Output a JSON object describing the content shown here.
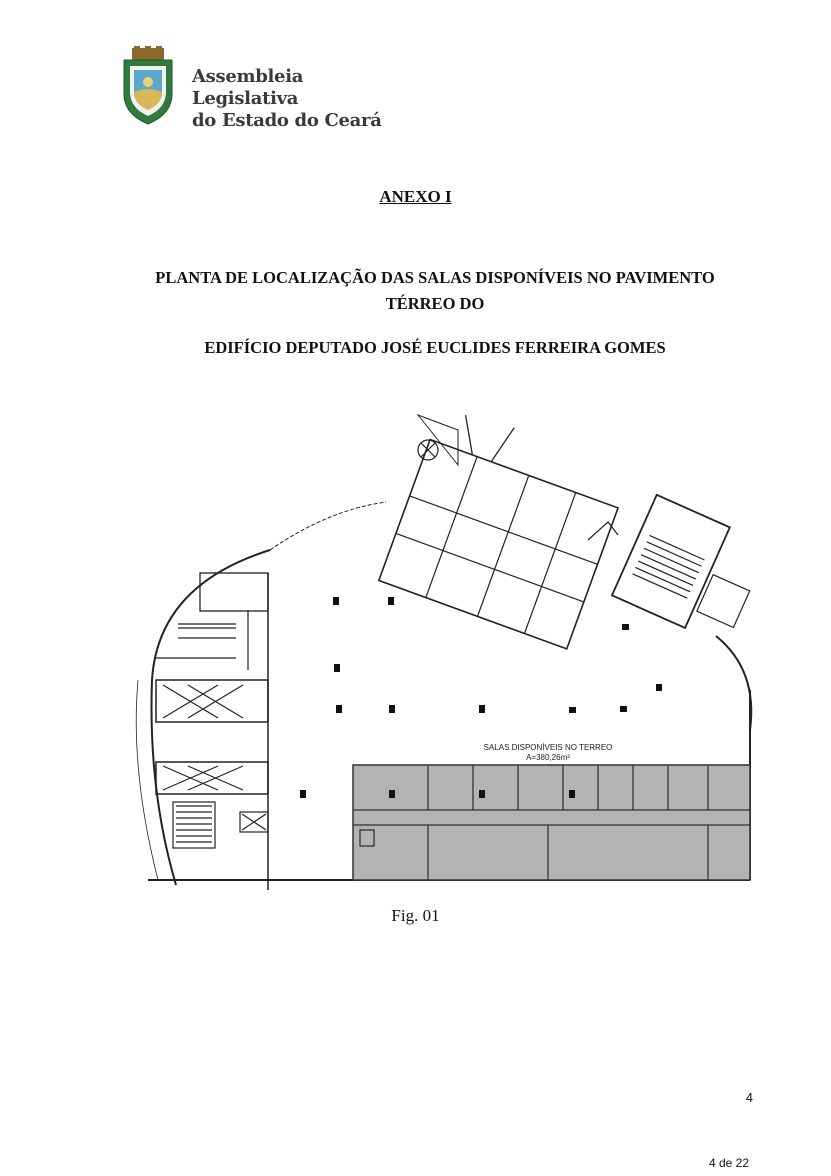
{
  "header": {
    "org_line1": "Assembleia Legislativa",
    "org_line2": "do Estado do Ceará"
  },
  "annex_title": "ANEXO I",
  "heading_line1": "PLANTA DE LOCALIZAÇÃO DAS SALAS DISPONÍVEIS NO PAVIMENTO",
  "heading_line2": "TÉRREO DO",
  "heading_line3": "EDIFÍCIO DEPUTADO JOSÉ EUCLIDES FERREIRA GOMES",
  "floor_plan": {
    "area_label": "SALAS DISPONÍVEIS NO TERREO",
    "area_value": "A=380,26m²",
    "highlight_color": "#b3b3b3"
  },
  "figure_caption": "Fig. 01",
  "page_number": "4",
  "page_of": "4 de 22"
}
